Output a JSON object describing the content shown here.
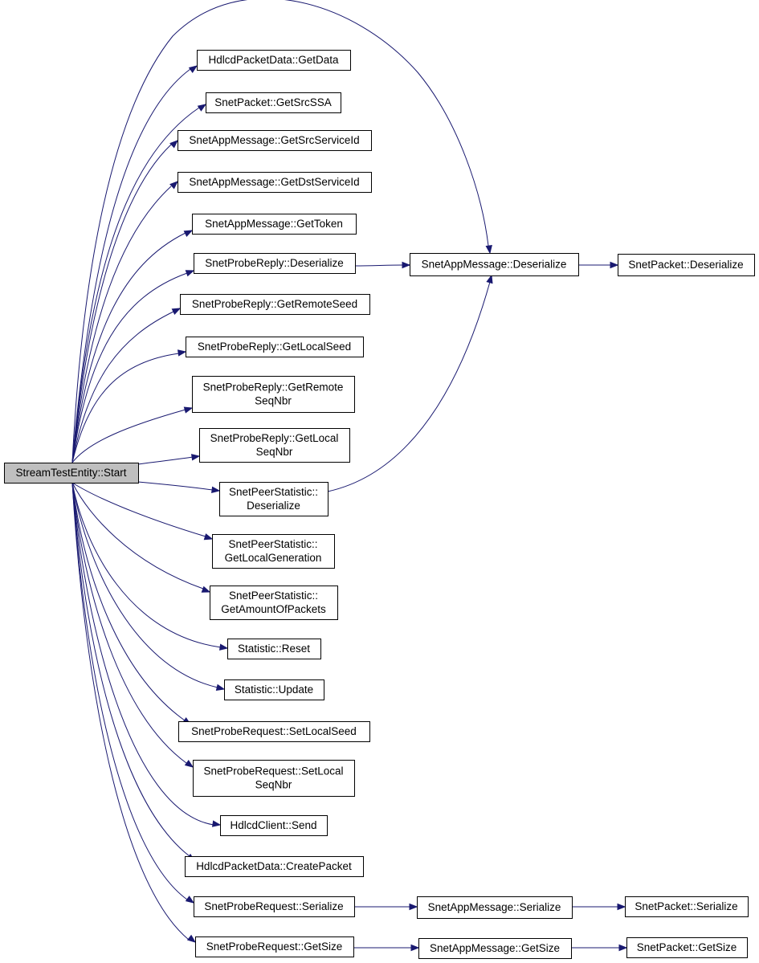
{
  "graph": {
    "colors": {
      "edge": "#191970",
      "root_fill": "#bfbfbf",
      "node_fill": "#ffffff",
      "node_stroke": "#000000"
    },
    "nodes": [
      {
        "id": "start",
        "lines": [
          "StreamTestEntity::Start"
        ],
        "root": true
      },
      {
        "id": "hdlcd_getdata",
        "lines": [
          "HdlcdPacketData::GetData"
        ]
      },
      {
        "id": "snetpacket_getsrcssa",
        "lines": [
          "SnetPacket::GetSrcSSA"
        ]
      },
      {
        "id": "snetapp_getsrcserviceid",
        "lines": [
          "SnetAppMessage::GetSrcServiceId"
        ]
      },
      {
        "id": "snetapp_getdstserviceid",
        "lines": [
          "SnetAppMessage::GetDstServiceId"
        ]
      },
      {
        "id": "snetapp_gettoken",
        "lines": [
          "SnetAppMessage::GetToken"
        ]
      },
      {
        "id": "probereply_deserialize",
        "lines": [
          "SnetProbeReply::Deserialize"
        ]
      },
      {
        "id": "probereply_getremoteseed",
        "lines": [
          "SnetProbeReply::GetRemoteSeed"
        ]
      },
      {
        "id": "probereply_getlocalseed",
        "lines": [
          "SnetProbeReply::GetLocalSeed"
        ]
      },
      {
        "id": "probereply_getremoteseqnbr",
        "lines": [
          "SnetProbeReply::GetRemote",
          "SeqNbr"
        ]
      },
      {
        "id": "probereply_getlocalseqnbr",
        "lines": [
          "SnetProbeReply::GetLocal",
          "SeqNbr"
        ]
      },
      {
        "id": "peerstat_deserialize",
        "lines": [
          "SnetPeerStatistic::",
          "Deserialize"
        ]
      },
      {
        "id": "peerstat_getlocalgeneration",
        "lines": [
          "SnetPeerStatistic::",
          "GetLocalGeneration"
        ]
      },
      {
        "id": "peerstat_getamountofpackets",
        "lines": [
          "SnetPeerStatistic::",
          "GetAmountOfPackets"
        ]
      },
      {
        "id": "statistic_reset",
        "lines": [
          "Statistic::Reset"
        ]
      },
      {
        "id": "statistic_update",
        "lines": [
          "Statistic::Update"
        ]
      },
      {
        "id": "proberequest_setlocalseed",
        "lines": [
          "SnetProbeRequest::SetLocalSeed"
        ]
      },
      {
        "id": "proberequest_setlocalseqnbr",
        "lines": [
          "SnetProbeRequest::SetLocal",
          "SeqNbr"
        ]
      },
      {
        "id": "hdlcdclient_send",
        "lines": [
          "HdlcdClient::Send"
        ]
      },
      {
        "id": "hdlcd_createpacket",
        "lines": [
          "HdlcdPacketData::CreatePacket"
        ]
      },
      {
        "id": "proberequest_serialize",
        "lines": [
          "SnetProbeRequest::Serialize"
        ]
      },
      {
        "id": "proberequest_getsize",
        "lines": [
          "SnetProbeRequest::GetSize"
        ]
      },
      {
        "id": "snetapp_deserialize",
        "lines": [
          "SnetAppMessage::Deserialize"
        ]
      },
      {
        "id": "snetpacket_deserialize",
        "lines": [
          "SnetPacket::Deserialize"
        ]
      },
      {
        "id": "snetapp_serialize",
        "lines": [
          "SnetAppMessage::Serialize"
        ]
      },
      {
        "id": "snetpacket_serialize",
        "lines": [
          "SnetPacket::Serialize"
        ]
      },
      {
        "id": "snetapp_getsize",
        "lines": [
          "SnetAppMessage::GetSize"
        ]
      },
      {
        "id": "snetpacket_getsize",
        "lines": [
          "SnetPacket::GetSize"
        ]
      }
    ],
    "edges": [
      {
        "from": "start",
        "to": "snetapp_deserialize"
      },
      {
        "from": "start",
        "to": "hdlcd_getdata"
      },
      {
        "from": "start",
        "to": "snetpacket_getsrcssa"
      },
      {
        "from": "start",
        "to": "snetapp_getsrcserviceid"
      },
      {
        "from": "start",
        "to": "snetapp_getdstserviceid"
      },
      {
        "from": "start",
        "to": "snetapp_gettoken"
      },
      {
        "from": "start",
        "to": "probereply_deserialize"
      },
      {
        "from": "start",
        "to": "probereply_getremoteseed"
      },
      {
        "from": "start",
        "to": "probereply_getlocalseed"
      },
      {
        "from": "start",
        "to": "probereply_getremoteseqnbr"
      },
      {
        "from": "start",
        "to": "probereply_getlocalseqnbr"
      },
      {
        "from": "start",
        "to": "peerstat_deserialize"
      },
      {
        "from": "start",
        "to": "peerstat_getlocalgeneration"
      },
      {
        "from": "start",
        "to": "peerstat_getamountofpackets"
      },
      {
        "from": "start",
        "to": "statistic_reset"
      },
      {
        "from": "start",
        "to": "statistic_update"
      },
      {
        "from": "start",
        "to": "proberequest_setlocalseed"
      },
      {
        "from": "start",
        "to": "proberequest_setlocalseqnbr"
      },
      {
        "from": "start",
        "to": "hdlcdclient_send"
      },
      {
        "from": "start",
        "to": "hdlcd_createpacket"
      },
      {
        "from": "start",
        "to": "proberequest_serialize"
      },
      {
        "from": "start",
        "to": "proberequest_getsize"
      },
      {
        "from": "probereply_deserialize",
        "to": "snetapp_deserialize"
      },
      {
        "from": "peerstat_deserialize",
        "to": "snetapp_deserialize"
      },
      {
        "from": "snetapp_deserialize",
        "to": "snetpacket_deserialize"
      },
      {
        "from": "proberequest_serialize",
        "to": "snetapp_serialize"
      },
      {
        "from": "snetapp_serialize",
        "to": "snetpacket_serialize"
      },
      {
        "from": "proberequest_getsize",
        "to": "snetapp_getsize"
      },
      {
        "from": "snetapp_getsize",
        "to": "snetpacket_getsize"
      }
    ]
  }
}
